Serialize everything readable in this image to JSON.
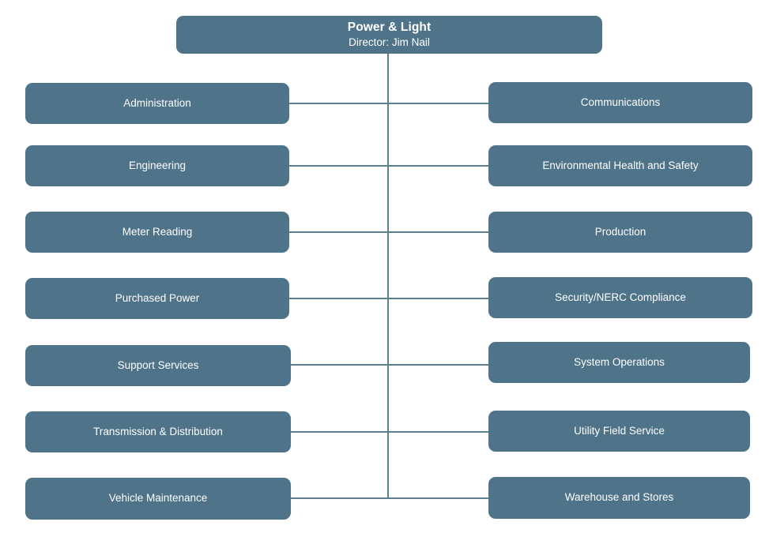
{
  "chart_data": {
    "type": "diagram",
    "diagram_type": "organizational-chart",
    "title": "Power & Light",
    "orientation": "two-column-with-central-spine",
    "colors": {
      "node_fill": "#4f7389",
      "node_text": "#ffffff",
      "connector": "#5e7f92",
      "background": "#ffffff"
    },
    "root": {
      "title": "Power & Light",
      "subtitle": "Director: Jim Nail"
    },
    "rows": [
      {
        "left": "Administration",
        "right": "Communications"
      },
      {
        "left": "Engineering",
        "right": "Environmental Health and Safety"
      },
      {
        "left": "Meter Reading",
        "right": "Production"
      },
      {
        "left": "Purchased Power",
        "right": "Security/NERC Compliance"
      },
      {
        "left": "Support Services",
        "right": "System Operations"
      },
      {
        "left": "Transmission & Distribution",
        "right": "Utility Field Service"
      },
      {
        "left": "Vehicle Maintenance",
        "right": "Warehouse and Stores"
      }
    ],
    "left_column": [
      "Administration",
      "Engineering",
      "Meter Reading",
      "Purchased Power",
      "Support Services",
      "Transmission & Distribution",
      "Vehicle Maintenance"
    ],
    "right_column": [
      "Communications",
      "Environmental Health and Safety",
      "Production",
      "Security/NERC Compliance",
      "System Operations",
      "Utility Field Service",
      "Warehouse and Stores"
    ],
    "node_count": 15,
    "child_count": 14
  }
}
